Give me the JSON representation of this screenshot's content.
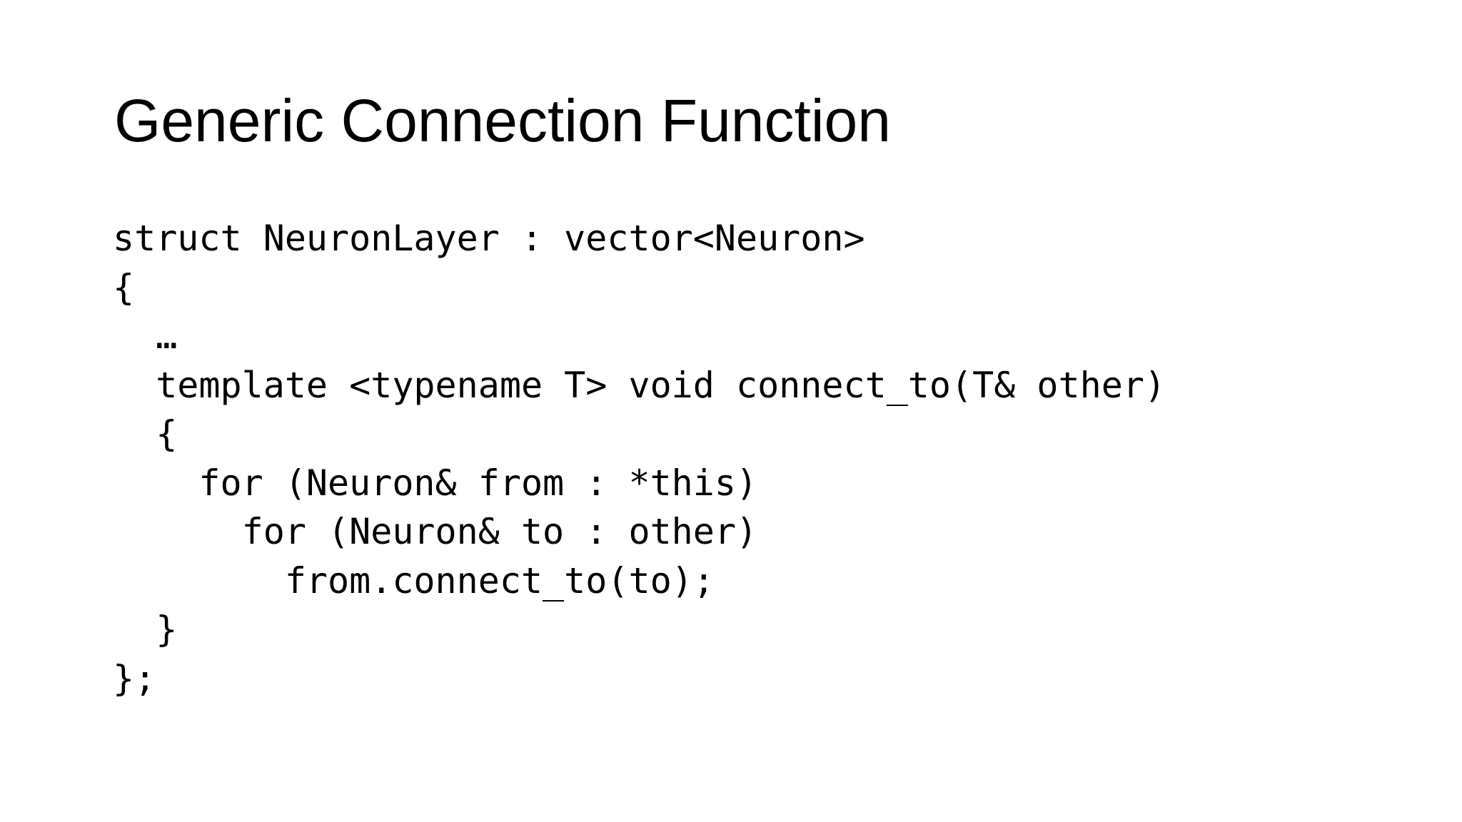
{
  "slide": {
    "title": "Generic Connection Function",
    "colors": {
      "background": "#ffffff",
      "title_text": "#000000",
      "code_text": "#000000"
    },
    "code": {
      "language": "cpp",
      "lines": [
        "struct NeuronLayer : vector<Neuron>",
        "{",
        "  …",
        "  template <typename T> void connect_to(T& other)",
        "  {",
        "    for (Neuron& from : *this)",
        "      for (Neuron& to : other)",
        "        from.connect_to(to);",
        "  }",
        "};"
      ]
    }
  }
}
